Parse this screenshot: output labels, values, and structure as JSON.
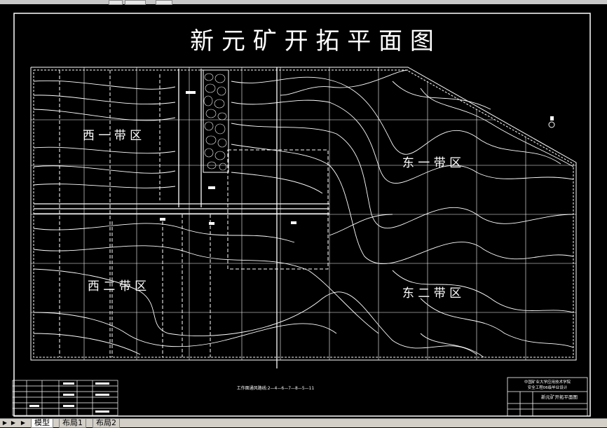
{
  "drawing": {
    "title": "新 元 矿 开 拓 平 面 图",
    "zones": {
      "west1": "西 一 带 区",
      "west2": "西 二 带 区",
      "east1": "东 一 带 区",
      "east2": "东 二 带 区"
    },
    "route_note": "工作面通风路线:2—4—6—7—8—5—11",
    "title_block": {
      "school": "中国矿业大学应用技术学院",
      "project": "安全工程06级毕业设计",
      "drawing_name": "新元矿开拓平面图"
    }
  },
  "tabs": {
    "model": "模型",
    "layout1": "布局1",
    "layout2": "布局2"
  },
  "colors": {
    "background": "#000000",
    "lines": "#ffffff",
    "tabbar": "#d4d0c8"
  }
}
